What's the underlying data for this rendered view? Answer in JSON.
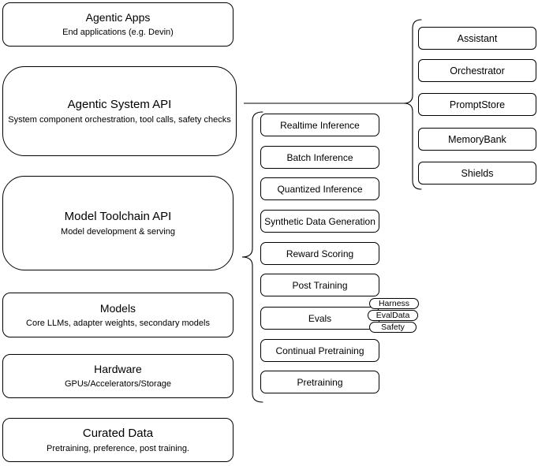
{
  "layers": [
    {
      "title": "Agentic Apps",
      "subtitle": "End applications (e.g. Devin)"
    },
    {
      "title": "Agentic System API",
      "subtitle": "System component orchestration, tool calls, safety checks"
    },
    {
      "title": "Model Toolchain API",
      "subtitle": "Model development & serving"
    },
    {
      "title": "Models",
      "subtitle": "Core LLMs, adapter weights, secondary models"
    },
    {
      "title": "Hardware",
      "subtitle": "GPUs/Accelerators/Storage"
    },
    {
      "title": "Curated Data",
      "subtitle": "Pretraining, preference, post training."
    }
  ],
  "toolchain_services": [
    "Realtime Inference",
    "Batch Inference",
    "Quantized Inference",
    "Synthetic Data Generation",
    "Reward Scoring",
    "Post Training",
    "Evals",
    "Continual Pretraining",
    "Pretraining"
  ],
  "eval_components": [
    "Harness",
    "EvalData",
    "Safety"
  ],
  "system_components": [
    "Assistant",
    "Orchestrator",
    "PromptStore",
    "MemoryBank",
    "Shields"
  ],
  "colors": {
    "stroke": "#000000",
    "fill": "#ffffff",
    "background": "#ffffff"
  }
}
